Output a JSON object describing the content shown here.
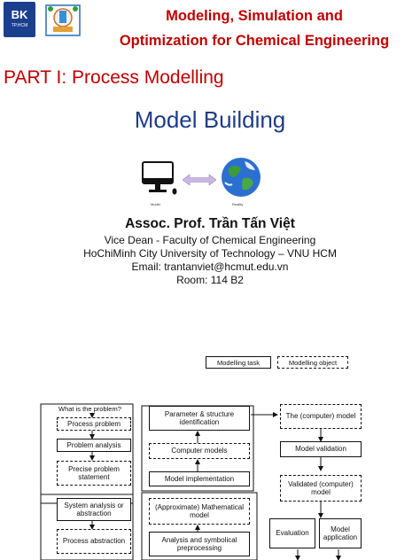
{
  "logos": {
    "bk_text": "BK",
    "bk_sub": "TP.HCM"
  },
  "header": {
    "line1": "Modeling, Simulation and",
    "line2": "Optimization  for Chemical Engineering"
  },
  "part_title": "PART I: Process Modelling",
  "slide_title": "Model Building",
  "figure": {
    "model_label": "Model",
    "reality_label": "Reality"
  },
  "author": {
    "name": "Assoc. Prof. Trần Tấn Việt",
    "lines": [
      "Vice Dean - Faculty of Chemical Engineering",
      "HoChiMinh City University of Technology – VNU HCM",
      "Email: trantanviet@hcmut.edu.vn",
      "Room: 114 B2"
    ]
  },
  "diagram": {
    "legend": {
      "task": "Modelling task",
      "object": "Modelling object"
    },
    "left": {
      "question": "What is the problem?",
      "process_problem": "Process problem",
      "problem_analysis": "Problem analysis",
      "precise_statement": "Precise problem statement",
      "system_analysis": "System analysis or abstraction",
      "process_abstraction": "Process abstraction"
    },
    "middle": {
      "param_id": "Parameter & structure identification",
      "computer_models": "Computer models",
      "model_impl": "Model implementation",
      "approx_model": "(Approximate) Mathematical model",
      "analysis_pre": "Analysis and symbolical preprocessing"
    },
    "right": {
      "computer_model": "The (computer) model",
      "validation": "Model validation",
      "validated": "Validated (computer) model",
      "evaluation": "Evaluation",
      "application": "Model application"
    }
  },
  "colors": {
    "header_red": "#c00000",
    "title_blue": "#1f3c88"
  }
}
